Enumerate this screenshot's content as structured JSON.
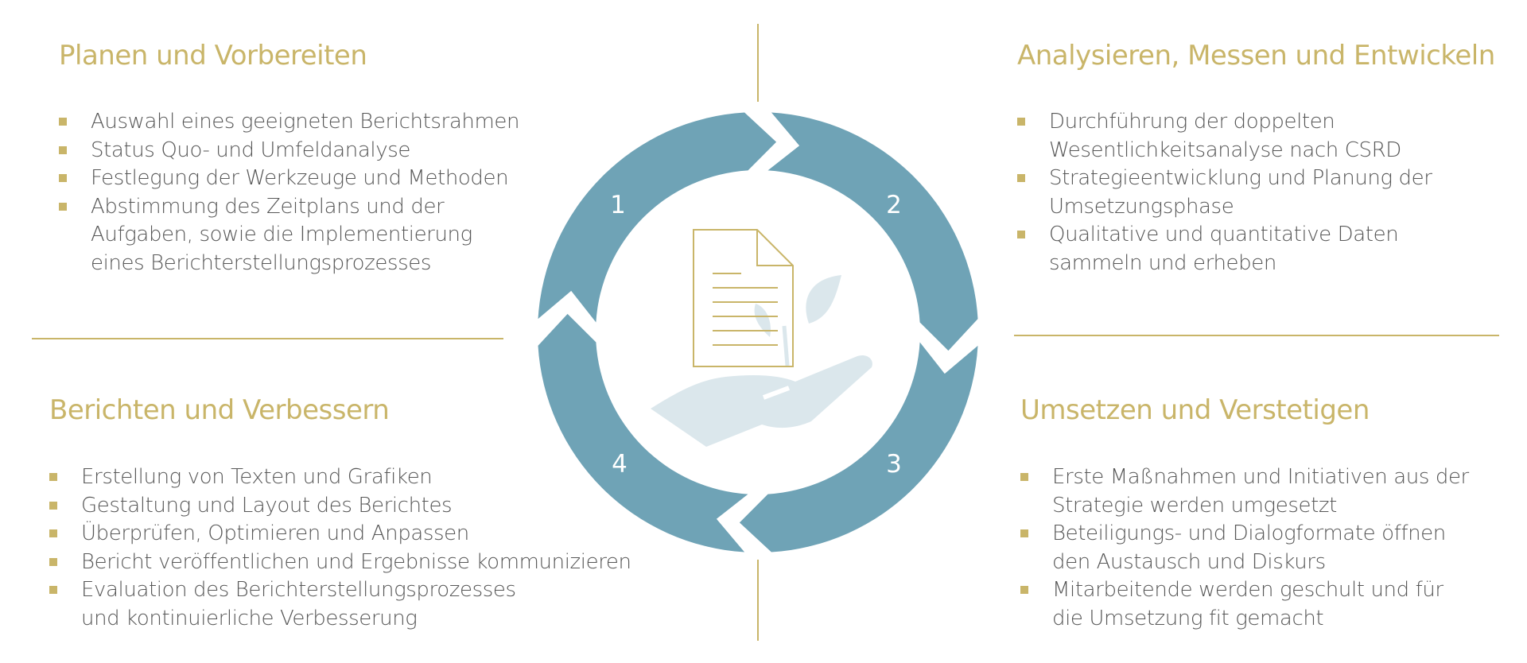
{
  "colors": {
    "gold": "#c9b569",
    "teal": "#6fa3b6",
    "text": "#575757",
    "light_teal": "#dbe7ec"
  },
  "cycle": {
    "steps": [
      "1",
      "2",
      "3",
      "4"
    ],
    "center_icon": "document-leaf-hand-icon"
  },
  "quadrants": {
    "top_left": {
      "title": "Planen und Vorbereiten",
      "items": [
        "Auswahl eines geeigneten Berichtsrahmen",
        "Status Quo- und Umfeldanalyse",
        "Festlegung der Werkzeuge und Methoden",
        "Abstimmung des Zeitplans und der Aufgaben, sowie die Implementierung eines Berichterstellungsprozesses"
      ]
    },
    "top_right": {
      "title": "Analysieren, Messen und Entwickeln",
      "items": [
        "Durchführung der doppelten Wesentlichkeitsanalyse nach CSRD",
        "Strategieentwicklung und Planung der Umsetzungsphase",
        "Qualitative und quantitative Daten sammeln und erheben"
      ]
    },
    "bottom_left": {
      "title": "Berichten und Verbessern",
      "items": [
        "Erstellung von Texten und Grafiken",
        "Gestaltung und Layout des Berichtes",
        "Überprüfen, Optimieren und Anpassen",
        "Bericht veröffentlichen und Ergebnisse kommunizieren",
        "Evaluation des Berichterstellungsprozesses und kontinuierliche Verbesserung"
      ]
    },
    "bottom_right": {
      "title": "Umsetzen und Verstetigen",
      "items": [
        "Erste Maßnahmen und Initiativen aus der Strategie werden umgesetzt",
        "Beteiligungs- und Dialogformate öffnen den Austausch und Diskurs",
        "Mitarbeitende werden geschult und für die Umsetzung fit gemacht"
      ]
    }
  }
}
